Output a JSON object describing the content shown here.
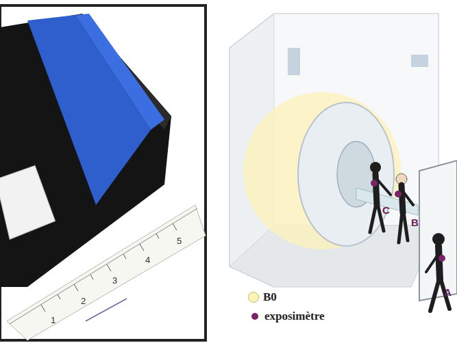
{
  "diagram": {
    "labels": [
      "1",
      "2",
      "3",
      "4",
      "5",
      "C",
      "B",
      "A"
    ],
    "legend": [
      {
        "text": "B0",
        "color": "#fdf2b8"
      },
      {
        "text": "exposimètre",
        "color": "#7a2468"
      }
    ]
  }
}
